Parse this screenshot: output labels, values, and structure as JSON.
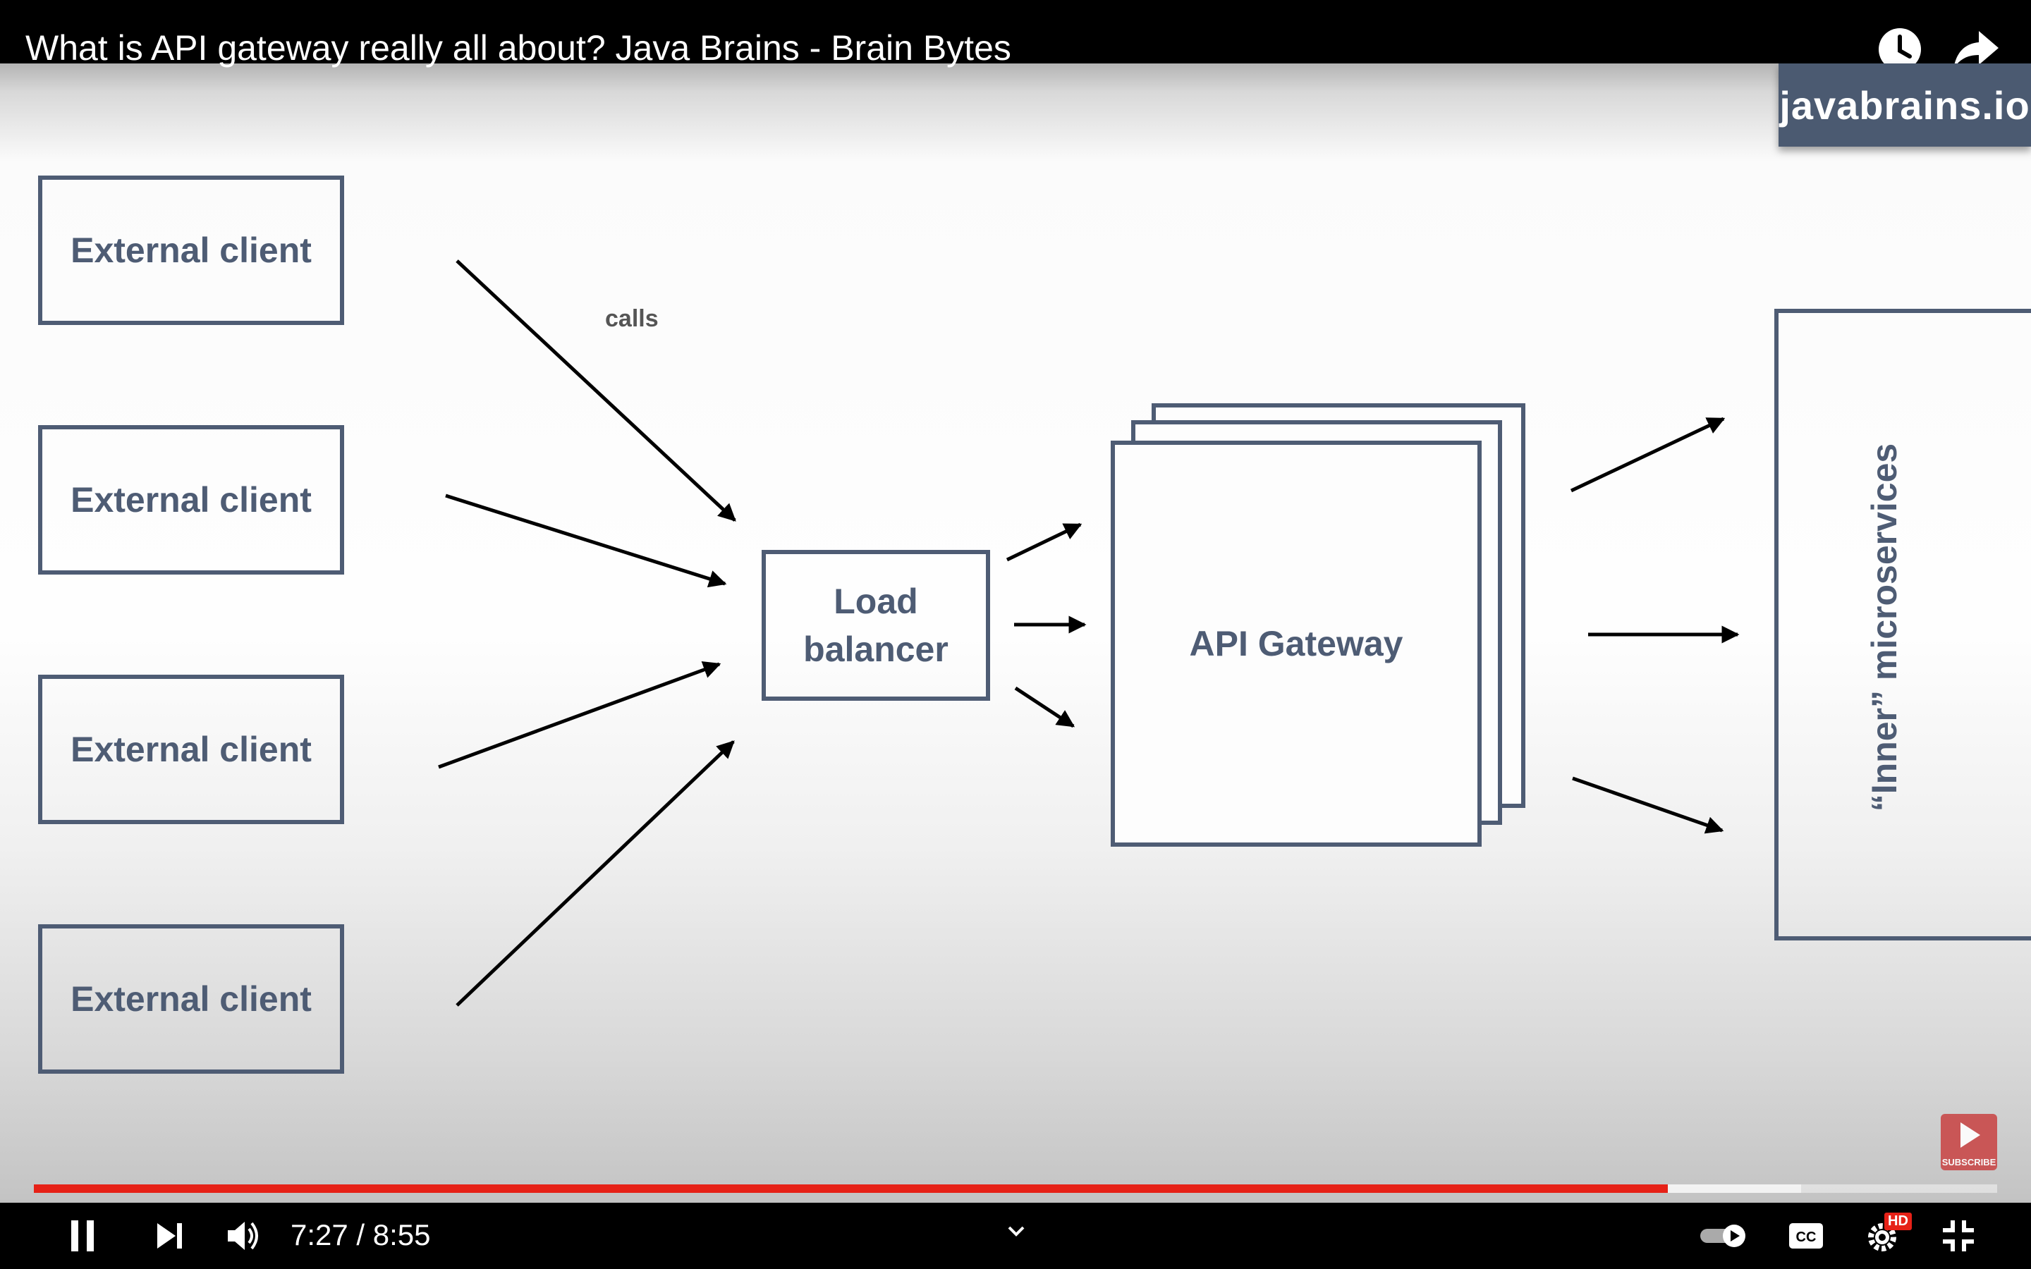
{
  "video": {
    "title": "What is API gateway really all about? Java Brains - Brain Bytes",
    "brand_watermark": "javabrains.io",
    "progress_fraction": 0.8324,
    "buffered_fraction": 0.9,
    "colors": {
      "progress": "#e62117",
      "diagram_stroke": "#4e5c74",
      "brand_bg": "#4b5a71"
    }
  },
  "diagram": {
    "clients": [
      {
        "label": "External client"
      },
      {
        "label": "External client"
      },
      {
        "label": "External client"
      },
      {
        "label": "External client"
      }
    ],
    "calls_label": "calls",
    "load_balancer_line1": "Load",
    "load_balancer_line2": "balancer",
    "gateway_label": "API Gateway",
    "inner_label": "“Inner” microservices"
  },
  "top_actions": {
    "icons": [
      "watch-later-icon",
      "share-icon"
    ]
  },
  "player": {
    "time_display": "7:27 / 8:55",
    "subscribe_label": "SUBSCRIBE",
    "hd_badge": "HD",
    "icons": [
      "pause-icon",
      "next-icon",
      "volume-icon",
      "chevron-down-icon",
      "autoplay-toggle-icon",
      "captions-icon",
      "settings-icon",
      "exit-fullscreen-icon"
    ]
  }
}
